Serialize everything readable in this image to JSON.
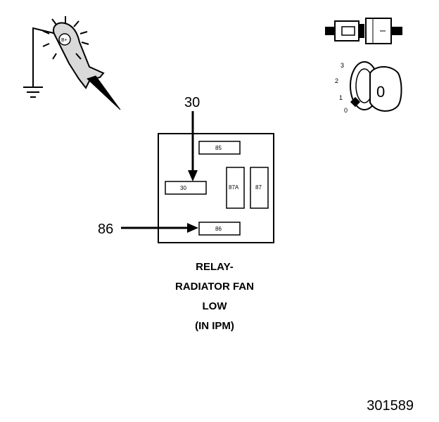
{
  "probe": {
    "label": "B+"
  },
  "ignition": {
    "positions": [
      "3",
      "2",
      "1",
      "0"
    ],
    "key_label": "0"
  },
  "relay": {
    "cavities": {
      "top": "85",
      "left_middle": "30",
      "vertical_left": "87A",
      "vertical_right": "87",
      "bottom": "86"
    },
    "callouts": {
      "top": "30",
      "left": "86"
    },
    "caption": [
      "RELAY-",
      "RADIATOR FAN",
      "LOW",
      "(IN IPM)"
    ]
  },
  "figure_number": "301589",
  "colors": {
    "ink": "#000000",
    "background": "#ffffff",
    "probe_fill": "#d9d9d9"
  }
}
